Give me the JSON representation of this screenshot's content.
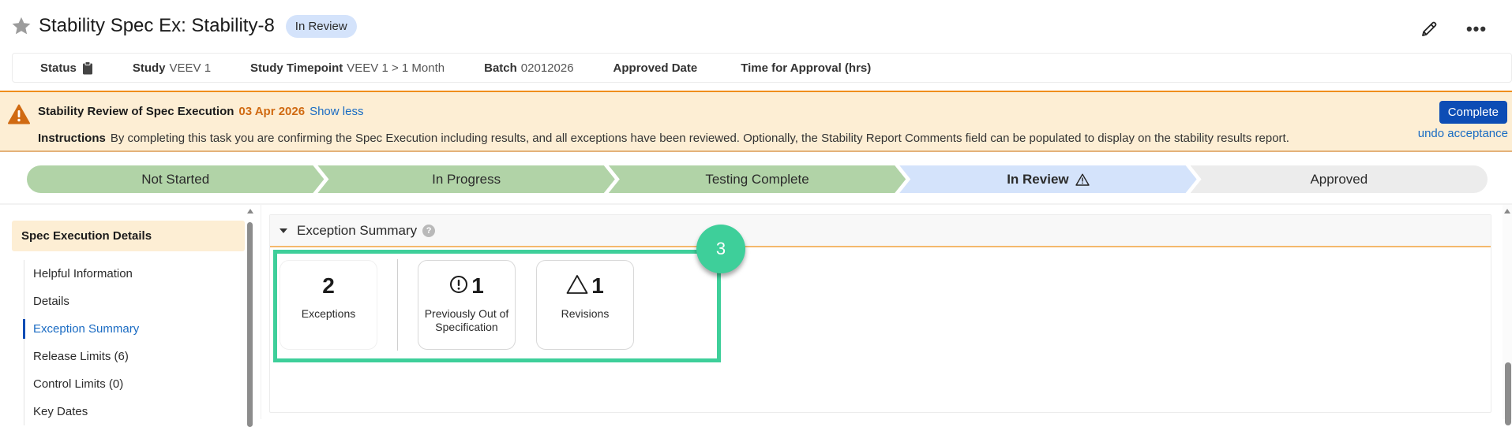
{
  "header": {
    "title": "Stability Spec Ex: Stability-8",
    "status_badge": "In Review",
    "icons": {
      "favorite": "star-icon",
      "edit": "pencil-icon",
      "more": "more-actions-icon"
    },
    "more_label": "•••"
  },
  "fields": [
    {
      "label": "Status",
      "value": "",
      "icon": "clipboard-icon"
    },
    {
      "label": "Study",
      "value": "VEEV 1"
    },
    {
      "label": "Study Timepoint",
      "value": "VEEV 1 > 1 Month"
    },
    {
      "label": "Batch",
      "value": "02012026"
    },
    {
      "label": "Approved Date",
      "value": ""
    },
    {
      "label": "Time for Approval (hrs)",
      "value": ""
    }
  ],
  "task": {
    "name": "Stability Review of Spec Execution",
    "due_date": "03 Apr 2026",
    "toggle_label": "Show less",
    "instructions_label": "Instructions",
    "instructions": "By completing this task you are confirming the Spec Execution including results, and all exceptions have been reviewed. Optionally, the Stability Report Comments field can be populated to display on the stability results report.",
    "complete_label": "Complete",
    "undo_label": "undo acceptance",
    "colors": {
      "banner_bg": "#fdeed4",
      "accent": "#f08e1b",
      "date": "#d06a12"
    }
  },
  "lifecycle": {
    "steps": [
      {
        "label": "Not Started",
        "state": "done"
      },
      {
        "label": "In Progress",
        "state": "done"
      },
      {
        "label": "Testing Complete",
        "state": "done"
      },
      {
        "label": "In Review",
        "state": "current",
        "icon": "warning-icon"
      },
      {
        "label": "Approved",
        "state": "future"
      }
    ],
    "colors": {
      "done": "#b1d3a7",
      "current": "#d4e3fb",
      "future": "#ececec"
    }
  },
  "sidebar": {
    "header": "Spec Execution Details",
    "items": [
      {
        "label": "Helpful Information"
      },
      {
        "label": "Details"
      },
      {
        "label": "Exception Summary",
        "active": true
      },
      {
        "label": "Release Limits (6)"
      },
      {
        "label": "Control Limits (0)"
      },
      {
        "label": "Key Dates"
      }
    ]
  },
  "section": {
    "title": "Exception Summary",
    "help": "?",
    "cards": [
      {
        "value": "2",
        "label": "Exceptions"
      },
      {
        "value": "1",
        "label": "Previously Out of Specification",
        "icon": "exclamation-circle-icon"
      },
      {
        "value": "1",
        "label": "Revisions",
        "icon": "triangle-icon"
      }
    ]
  },
  "annotation": {
    "step_number": "3",
    "color": "#3ecf9a"
  }
}
